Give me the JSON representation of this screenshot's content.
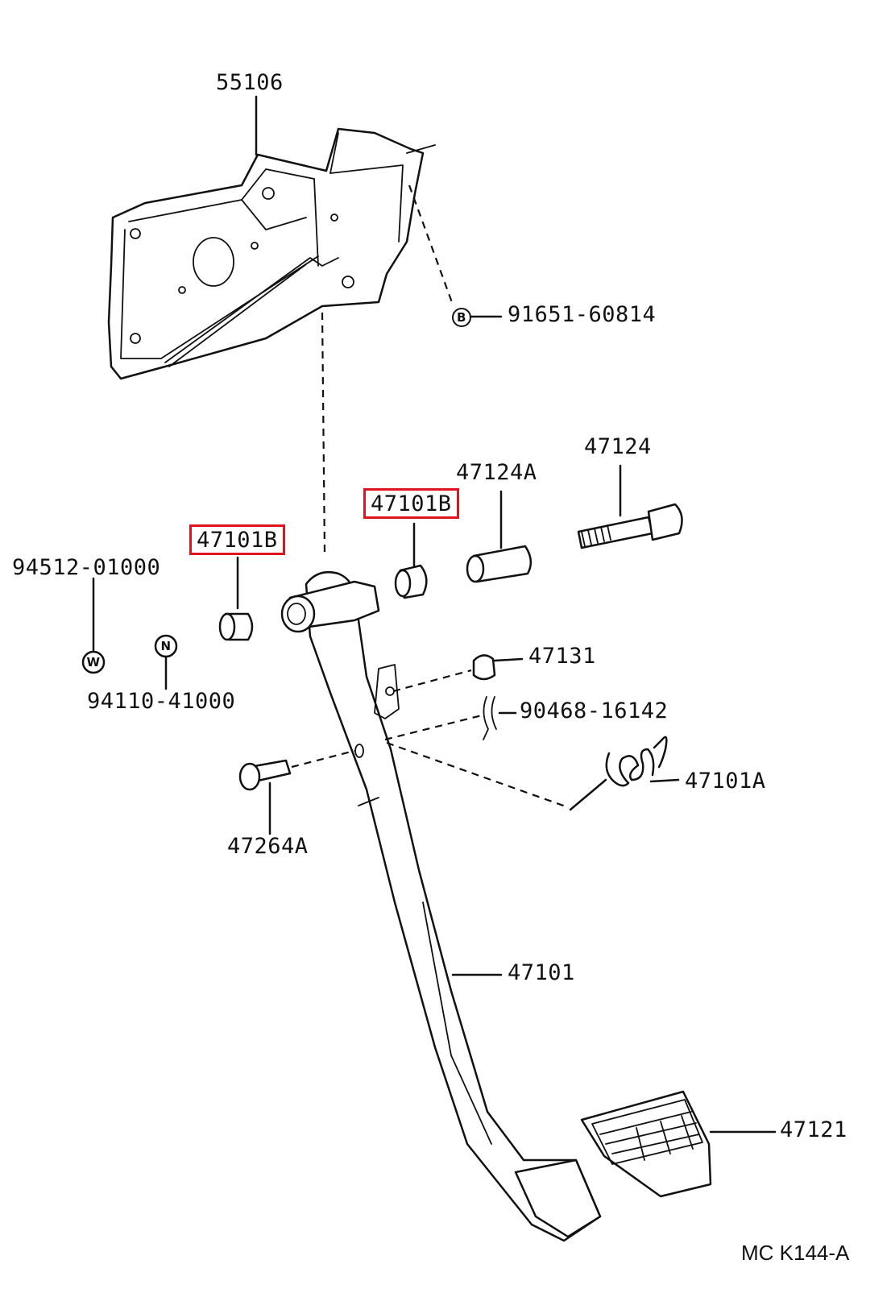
{
  "diagram": {
    "figure_code": "MC K144-A",
    "highlight_color": "#e0141e",
    "parts": [
      {
        "id": "bracket",
        "label": "55106"
      },
      {
        "id": "bolt-b",
        "label": "91651-60814",
        "symbol": "B"
      },
      {
        "id": "bolt-long",
        "label": "47124"
      },
      {
        "id": "collar",
        "label": "47124A"
      },
      {
        "id": "bushing-right",
        "label": "47101B",
        "highlighted": true
      },
      {
        "id": "bushing-left",
        "label": "47101B",
        "highlighted": true
      },
      {
        "id": "washer",
        "label": "94512-01000",
        "symbol": "W"
      },
      {
        "id": "nut",
        "label": "94110-41000",
        "symbol": "N"
      },
      {
        "id": "stopper",
        "label": "47131"
      },
      {
        "id": "clip",
        "label": "90468-16142"
      },
      {
        "id": "spring",
        "label": "47101A"
      },
      {
        "id": "pin",
        "label": "47264A"
      },
      {
        "id": "pedal-arm",
        "label": "47101"
      },
      {
        "id": "pedal-pad",
        "label": "47121"
      }
    ]
  }
}
